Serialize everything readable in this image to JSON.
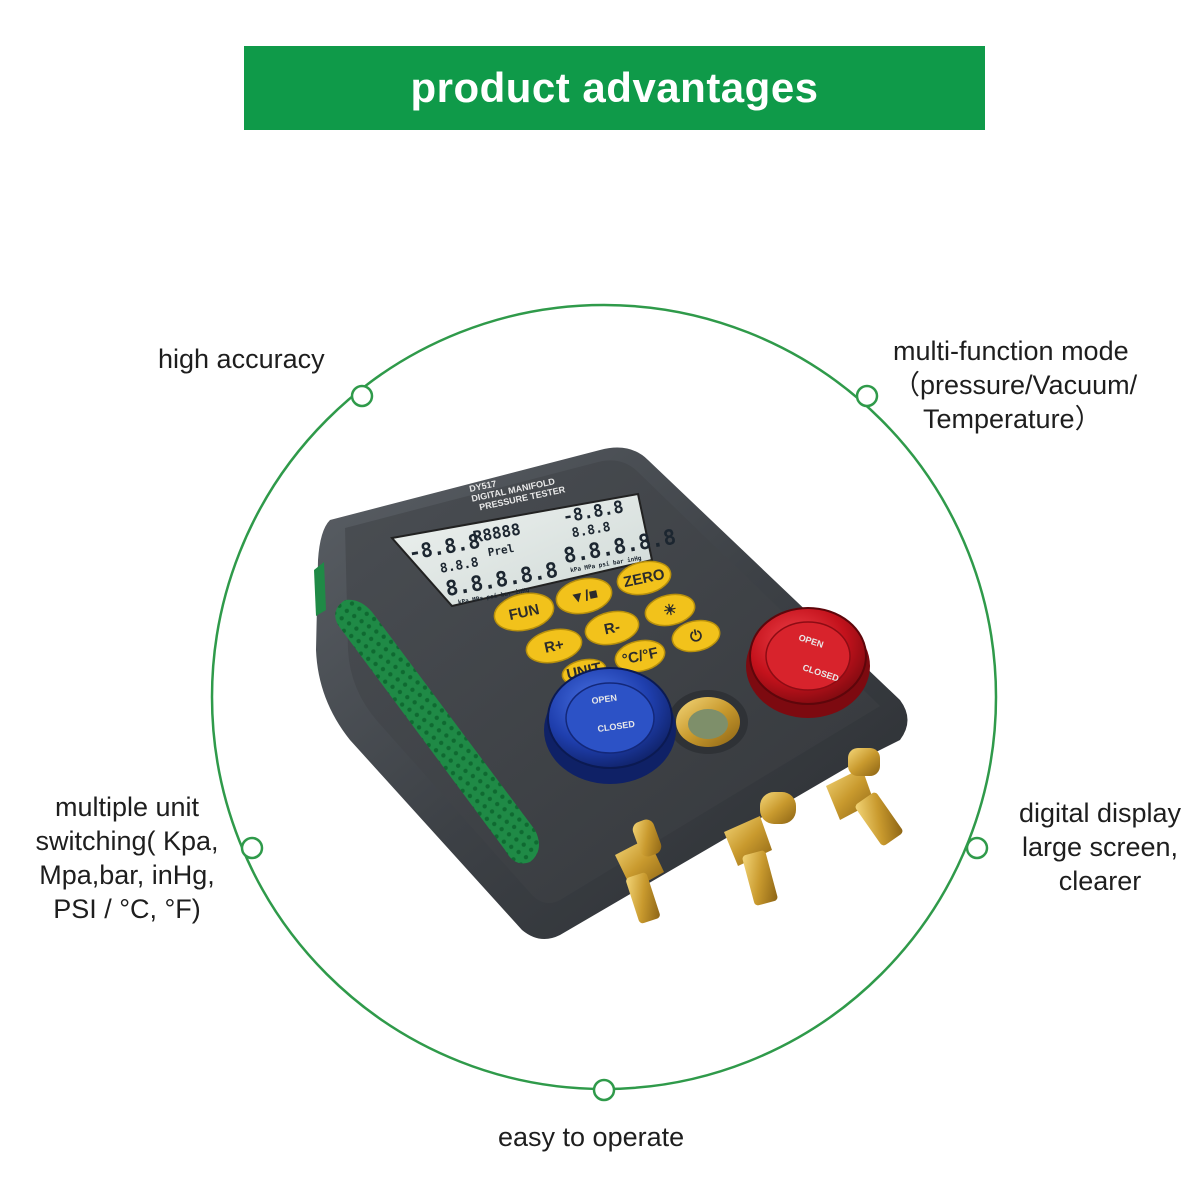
{
  "banner": {
    "title": "product advantages"
  },
  "features": {
    "high_accuracy": "high accuracy",
    "multi_function": [
      "multi-function mode",
      "（pressure/Vacuum/",
      "Temperature）"
    ],
    "unit_switching": [
      "multiple unit",
      "switching( Kpa,",
      "Mpa,bar, inHg,",
      "PSI / °C, °F)"
    ],
    "digital_display": [
      "digital display",
      "large screen,",
      "clearer"
    ],
    "easy": "easy to operate"
  },
  "device": {
    "model": "DY517",
    "line1": "DIGITAL MANIFOLD",
    "line2": "PRESSURE TESTER",
    "lcd": {
      "left_small": "-8.8.8",
      "center_top": "R8888",
      "prel": "Prel",
      "right_small": "-8.8.8",
      "left_mid": "8.8.8",
      "right_mid": "8.8.8",
      "left_big": "8.8.8.8.8",
      "right_big": "8.8.8.8.8",
      "units_left": "kPa MPa psi bar inHg",
      "units_right": "kPa MPa psi bar inHg"
    },
    "buttons": {
      "fun": "FUN",
      "play": "▼/■",
      "zero": "ZERO",
      "rplus": "R+",
      "rminus": "R-",
      "light": "☀",
      "cf": "°C/°F",
      "power": "⏻",
      "unit": "UNIT"
    },
    "knob_text": {
      "open": "OPEN",
      "closed": "CLOSED"
    }
  },
  "colors": {
    "accent": "#0f9a49",
    "circle": "#2f9a4a",
    "button": "#f2c21b",
    "red_knob": "#c4121c",
    "blue_knob": "#1f3fae"
  }
}
